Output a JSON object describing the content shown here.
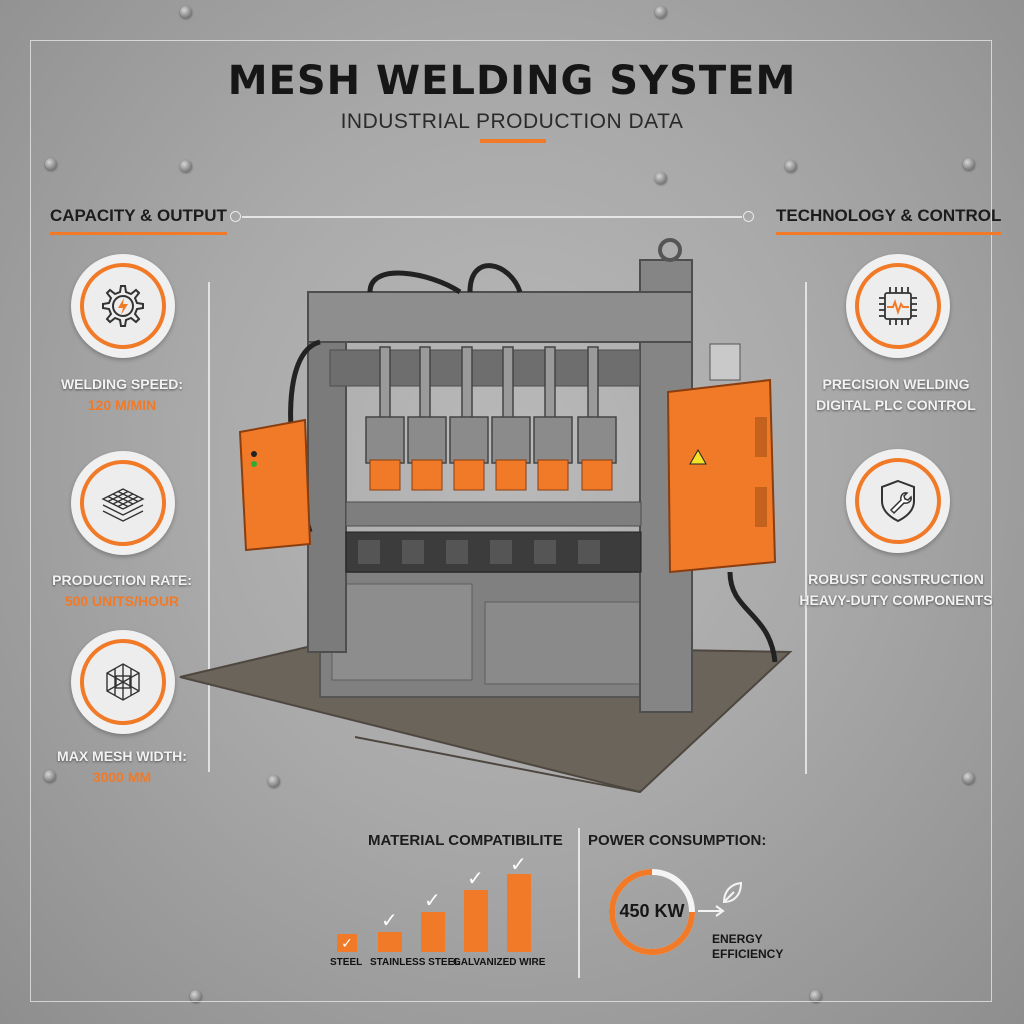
{
  "header": {
    "title": "MESH WELDING SYSTEM",
    "subtitle": "INDUSTRIAL PRODUCTION DATA"
  },
  "left_section": {
    "heading": "CAPACITY & OUTPUT",
    "stats": [
      {
        "icon": "gear-lightning-icon",
        "label": "WELDING SPEED:",
        "value": "120 M/MIN"
      },
      {
        "icon": "mesh-stack-icon",
        "label": "PRODUCTION RATE:",
        "value": "500 UNITS/HOUR"
      },
      {
        "icon": "wire-grid-icon",
        "label": "MAX MESH WIDTH:",
        "value": "3000 MM"
      }
    ]
  },
  "right_section": {
    "heading": "TECHNOLOGY & CONTROL",
    "features": [
      {
        "icon": "circuit-chip-icon",
        "line1": "PRECISION WELDING",
        "line2": "DIGITAL PLC CONTROL"
      },
      {
        "icon": "shield-wrench-icon",
        "line1": "ROBUST CONSTRUCTION",
        "line2": "HEAVY-DUTY COMPONENTS"
      }
    ]
  },
  "materials": {
    "heading": "MATERIAL COMPATIBILITE",
    "labels": [
      "STEEL",
      "STAINLESS STEEL",
      "GALVANIZED WIRE"
    ]
  },
  "power": {
    "heading": "POWER CONSUMPTION:",
    "value": "450 KW",
    "energy_line1": "ENERGY",
    "energy_line2": "EFFICIENCY"
  },
  "colors": {
    "accent": "#f07a28",
    "text_dark": "#161616",
    "text_light": "#f2f2f2"
  }
}
